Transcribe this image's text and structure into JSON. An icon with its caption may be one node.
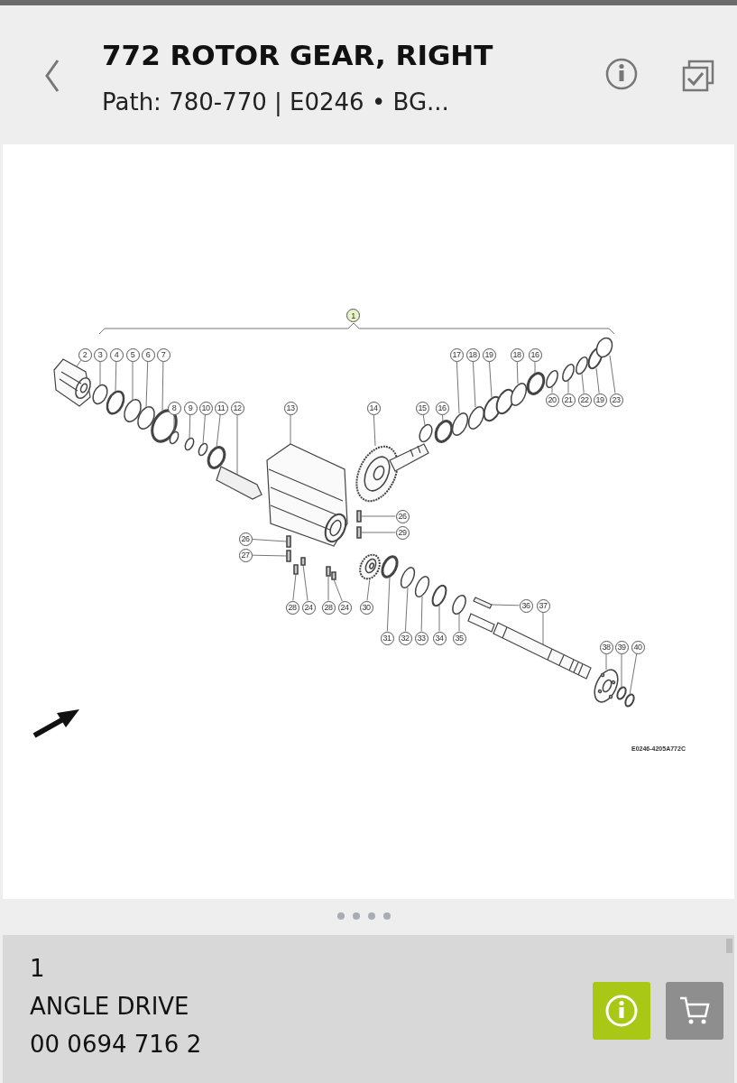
{
  "diagram": {
    "title": "772 ROTOR GEAR, RIGHT",
    "nodes": [
      {
        "text": [
          "2"
        ]
      },
      {
        "text": [
          "3"
        ]
      },
      {
        "text": [
          "4"
        ]
      },
      {
        "text": [
          "5"
        ]
      },
      {
        "text": [
          "6"
        ]
      },
      {
        "text": [
          "7"
        ]
      },
      {
        "text": [
          "8"
        ]
      },
      {
        "text": [
          "9"
        ]
      },
      {
        "text": [
          "10"
        ]
      },
      {
        "text": [
          "11"
        ]
      },
      {
        "text": [
          "12"
        ]
      },
      {
        "text": [
          "13"
        ]
      },
      {
        "text": [
          "14"
        ]
      },
      {
        "text": [
          "15"
        ]
      },
      {
        "text": [
          "16"
        ]
      },
      {
        "text": [
          "17"
        ]
      },
      {
        "text": [
          "18"
        ]
      },
      {
        "text": [
          "19"
        ]
      },
      {
        "text": [
          "18"
        ]
      },
      {
        "text": [
          "16"
        ]
      },
      {
        "text": [
          "20"
        ]
      },
      {
        "text": [
          "21"
        ]
      },
      {
        "text": [
          "22"
        ]
      },
      {
        "text": [
          "19"
        ]
      },
      {
        "text": [
          "23"
        ]
      },
      {
        "text": [
          "26"
        ]
      },
      {
        "text": [
          "29"
        ]
      },
      {
        "text": [
          "26"
        ]
      },
      {
        "text": [
          "27"
        ]
      },
      {
        "text": [
          "28"
        ]
      },
      {
        "text": [
          "24"
        ]
      },
      {
        "text": [
          "28"
        ]
      },
      {
        "text": [
          "24"
        ]
      },
      {
        "text": [
          "30"
        ]
      },
      {
        "text": [
          "31"
        ]
      },
      {
        "text": [
          "32"
        ]
      },
      {
        "text": [
          "33"
        ]
      },
      {
        "text": [
          "34"
        ]
      },
      {
        "text": [
          "35"
        ]
      },
      {
        "text": [
          "36"
        ]
      },
      {
        "text": [
          "37"
        ]
      },
      {
        "text": [
          "38"
        ]
      },
      {
        "text": [
          "39"
        ]
      },
      {
        "text": [
          "40"
        ]
      },
      {
        "text": [],
        "shape": "picture"
      },
      {
        "text": [],
        "shape": "ring"
      },
      {
        "text": [],
        "shape": "ring"
      },
      {
        "text": [],
        "shape": "ring"
      },
      {
        "text": [],
        "shape": "ring"
      },
      {
        "text": [],
        "shape": "ring"
      },
      {
        "text": [],
        "shape": "ring"
      },
      {
        "text": [],
        "shape": "ring"
      },
      {
        "text": [],
        "shape": "ring"
      },
      {
        "text": [],
        "shape": "ring"
      },
      {
        "text": [],
        "shape": "bar"
      },
      {
        "text": [],
        "shape": "picture"
      },
      {
        "text": [],
        "shape": "picture"
      },
      {
        "text": [],
        "shape": "ring"
      },
      {
        "text": [],
        "shape": "ring"
      },
      {
        "text": [],
        "shape": "ring"
      },
      {
        "text": [],
        "shape": "ring"
      },
      {
        "text": [],
        "shape": "ring"
      },
      {
        "text": [],
        "shape": "ring"
      },
      {
        "text": [],
        "shape": "ring"
      },
      {
        "text": [],
        "shape": "ring"
      },
      {
        "text": [],
        "shape": "ring"
      },
      {
        "text": [],
        "shape": "ring"
      },
      {
        "text": [],
        "shape": "ring"
      },
      {
        "text": [],
        "shape": "ring"
      },
      {
        "text": [],
        "shape": "bolt"
      },
      {
        "text": [],
        "shape": "bolt"
      },
      {
        "text": [],
        "shape": "bolt"
      },
      {
        "text": [],
        "shape": "bolt"
      },
      {
        "text": [],
        "shape": "bolt"
      },
      {
        "text": [],
        "shape": "bolt"
      },
      {
        "text": [],
        "shape": "bolt"
      },
      {
        "text": [],
        "shape": "bolt"
      },
      {
        "text": [],
        "shape": "picture"
      },
      {
        "text": [],
        "shape": "ring"
      },
      {
        "text": [],
        "shape": "ring"
      },
      {
        "text": [],
        "shape": "ring"
      },
      {
        "text": [],
        "shape": "ring"
      },
      {
        "text": [],
        "shape": "ring"
      },
      {
        "text": [],
        "shape": "bar"
      },
      {
        "text": [],
        "shape": "picture"
      },
      {
        "text": [],
        "shape": "picture"
      },
      {
        "text": [],
        "shape": "ring"
      },
      {
        "text": [],
        "shape": "ring"
      }
    ],
    "edges": [
      {
        "from": 0,
        "to": 44,
        "arrow": "none"
      },
      {
        "from": 1,
        "to": 45,
        "arrow": "none"
      },
      {
        "from": 2,
        "to": 46,
        "arrow": "none"
      },
      {
        "from": 3,
        "to": 47,
        "arrow": "none"
      },
      {
        "from": 4,
        "to": 48,
        "arrow": "none"
      },
      {
        "from": 5,
        "to": 49,
        "arrow": "none"
      },
      {
        "from": 6,
        "to": 50,
        "arrow": "none"
      },
      {
        "from": 7,
        "to": 51,
        "arrow": "none"
      },
      {
        "from": 8,
        "to": 52,
        "arrow": "none"
      },
      {
        "from": 9,
        "to": 53,
        "arrow": "none"
      },
      {
        "from": 10,
        "to": 54,
        "arrow": "none"
      },
      {
        "from": 11,
        "to": 55,
        "arrow": "none"
      },
      {
        "from": 12,
        "to": 56,
        "arrow": "none"
      },
      {
        "from": 13,
        "to": 57,
        "arrow": "none"
      },
      {
        "from": 14,
        "to": 58,
        "arrow": "none"
      },
      {
        "from": 15,
        "to": 59,
        "arrow": "none"
      },
      {
        "from": 16,
        "to": 60,
        "arrow": "none"
      },
      {
        "from": 17,
        "to": 61,
        "arrow": "none"
      },
      {
        "from": 18,
        "to": 62,
        "arrow": "none"
      },
      {
        "from": 19,
        "to": 63,
        "arrow": "none"
      },
      {
        "from": 20,
        "to": 64,
        "arrow": "none"
      },
      {
        "from": 21,
        "to": 65,
        "arrow": "none"
      },
      {
        "from": 22,
        "to": 66,
        "arrow": "none"
      },
      {
        "from": 23,
        "to": 67,
        "arrow": "none"
      },
      {
        "from": 24,
        "to": 68,
        "arrow": "none"
      },
      {
        "from": 25,
        "to": 69,
        "arrow": "none"
      },
      {
        "from": 26,
        "to": 70,
        "arrow": "none"
      },
      {
        "from": 27,
        "to": 71,
        "arrow": "none"
      },
      {
        "from": 28,
        "to": 72,
        "arrow": "none"
      },
      {
        "from": 29,
        "to": 73,
        "arrow": "none"
      },
      {
        "from": 30,
        "to": 74,
        "arrow": "none"
      },
      {
        "from": 31,
        "to": 75,
        "arrow": "none"
      },
      {
        "from": 32,
        "to": 76,
        "arrow": "none"
      },
      {
        "from": 33,
        "to": 77,
        "arrow": "none"
      },
      {
        "from": 34,
        "to": 78,
        "arrow": "none"
      },
      {
        "from": 35,
        "to": 79,
        "arrow": "none"
      },
      {
        "from": 36,
        "to": 80,
        "arrow": "none"
      },
      {
        "from": 37,
        "to": 81,
        "arrow": "none"
      },
      {
        "from": 38,
        "to": 82,
        "arrow": "none"
      },
      {
        "from": 39,
        "to": 83,
        "arrow": "none"
      },
      {
        "from": 40,
        "to": 84,
        "arrow": "none"
      },
      {
        "from": 41,
        "to": 85,
        "arrow": "none"
      },
      {
        "from": 42,
        "to": 86,
        "arrow": "none"
      },
      {
        "from": 43,
        "to": 87,
        "arrow": "none"
      }
    ],
    "labels": [
      "Path: 780-770 | E0246 • BG...",
      "1",
      "E0246-4205A772C",
      "1",
      "ANGLE DRIVE",
      "00 0694 716 2"
    ]
  }
}
